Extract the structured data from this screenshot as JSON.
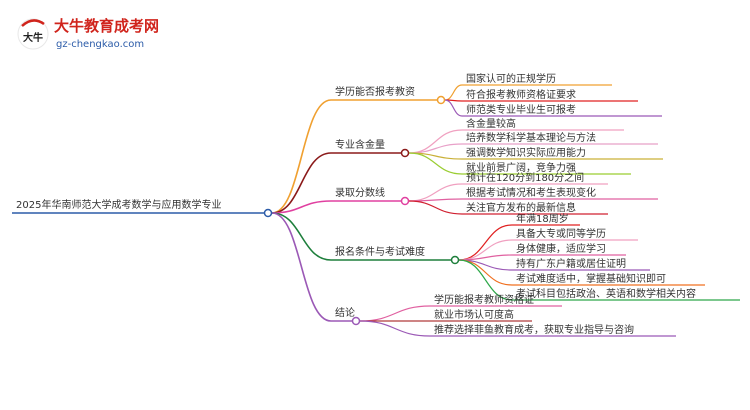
{
  "brand": {
    "title": "大牛教育成考网",
    "url": "gz-chengkao.com",
    "logo_glyph": "大牛"
  },
  "root": {
    "label": "2025年华南师范大学成考数学与应用数学专业",
    "color": "#2b5ba8"
  },
  "branches": [
    {
      "label": "学历能否报考教资",
      "color": "#f0a030",
      "children": [
        {
          "label": "国家认可的正规学历",
          "color": "#f0a030"
        },
        {
          "label": "符合报考教师资格证要求",
          "color": "#e02020"
        },
        {
          "label": "师范类专业毕业生可报考",
          "color": "#9b59b6"
        }
      ]
    },
    {
      "label": "专业含金量",
      "color": "#8b1a1a",
      "children": [
        {
          "label": "含金量较高",
          "color": "#f0a0c0"
        },
        {
          "label": "培养数学科学基本理论与方法",
          "color": "#e8a0c8"
        },
        {
          "label": "强调数学知识实际应用能力",
          "color": "#c9b037"
        },
        {
          "label": "就业前景广阔，竞争力强",
          "color": "#9acd32"
        }
      ]
    },
    {
      "label": "录取分数线",
      "color": "#e040a0",
      "children": [
        {
          "label": "预计在120分到180分之间",
          "color": "#f0a0c0"
        },
        {
          "label": "根据考试情况和考生表现变化",
          "color": "#e060a0"
        },
        {
          "label": "关注官方发布的最新信息",
          "color": "#d02030"
        }
      ]
    },
    {
      "label": "报名条件与考试难度",
      "color": "#1e7f3c",
      "children": [
        {
          "label": "年满18周岁",
          "color": "#e02020"
        },
        {
          "label": "具备大专或同等学历",
          "color": "#f0a0c0"
        },
        {
          "label": "身体健康，适应学习",
          "color": "#e060a0"
        },
        {
          "label": "持有广东户籍或居住证明",
          "color": "#9b59b6"
        },
        {
          "label": "考试难度适中，掌握基础知识即可",
          "color": "#f07020"
        },
        {
          "label": "考试科目包括政治、英语和数学相关内容",
          "color": "#2ea84a"
        }
      ]
    },
    {
      "label": "结论",
      "color": "#9b59b6",
      "children": [
        {
          "label": "学历能报考教师资格证",
          "color": "#e060a0"
        },
        {
          "label": "就业市场认可度高",
          "color": "#b03a3a"
        },
        {
          "label": "推荐选择菲鱼教育成考，获取专业指导与咨询",
          "color": "#9b59b6"
        }
      ]
    }
  ]
}
